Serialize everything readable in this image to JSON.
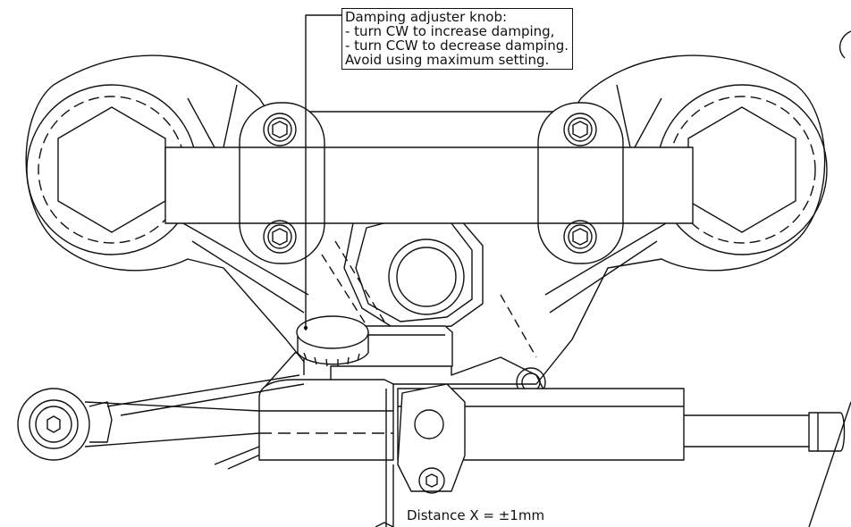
{
  "callout": {
    "lines": [
      "Damping adjuster knob:",
      "- turn CW to increase damping,",
      "- turn CCW to decrease damping.",
      "Avoid using maximum setting."
    ]
  },
  "dimension": {
    "label": "Distance X = ±1mm"
  },
  "colors": {
    "line": "#111111",
    "fill": "#ffffff"
  }
}
